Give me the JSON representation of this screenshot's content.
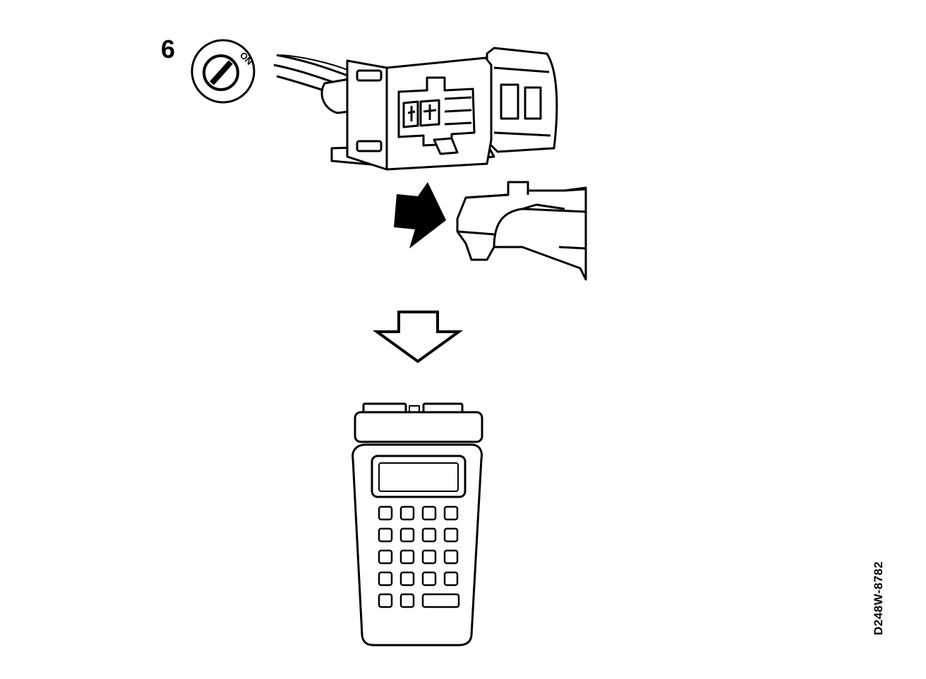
{
  "step_number": "6",
  "ignition_label": "ON",
  "figure_code": "D248W-8782",
  "icons": {
    "ignition": "ignition-key-switch-icon",
    "connector": "relay-connector-icon",
    "plug": "diagnostic-plug-icon",
    "insert_arrow": "insert-arrow-icon",
    "down_arrow": "down-arrow-icon",
    "tester": "handheld-tester-icon"
  },
  "tester_keypad": {
    "rows": 5,
    "cols": 4
  }
}
